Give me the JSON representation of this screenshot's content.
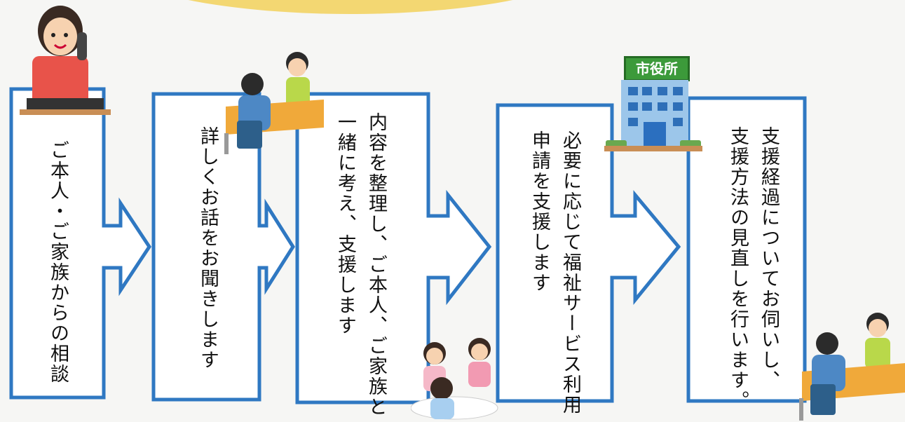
{
  "steps": [
    {
      "lines": [
        "ご本人・ご家族からの相談"
      ]
    },
    {
      "lines": [
        "詳しくお話をお聞きします"
      ]
    },
    {
      "lines": [
        "内容を整理し、ご本人、ご家族と",
        "一緒に考え、支援します"
      ]
    },
    {
      "lines": [
        "必要に応じて福祉サービス利用",
        "申請を支援します"
      ]
    },
    {
      "lines": [
        "支援経過についてお伺いし、",
        "支援方法の見直しを行います。"
      ]
    }
  ],
  "sign": {
    "label": "市役所"
  },
  "colors": {
    "box_border": "#2f78c2",
    "arrow_fill": "#ffffff",
    "sign_bg": "#3c9a3a",
    "accent_yellow": "#f3d772"
  },
  "icons": [
    "phone-operator-illustration",
    "counselor-meeting-illustration",
    "family-group-illustration",
    "city-hall-building-illustration",
    "consultation-meeting-illustration"
  ]
}
